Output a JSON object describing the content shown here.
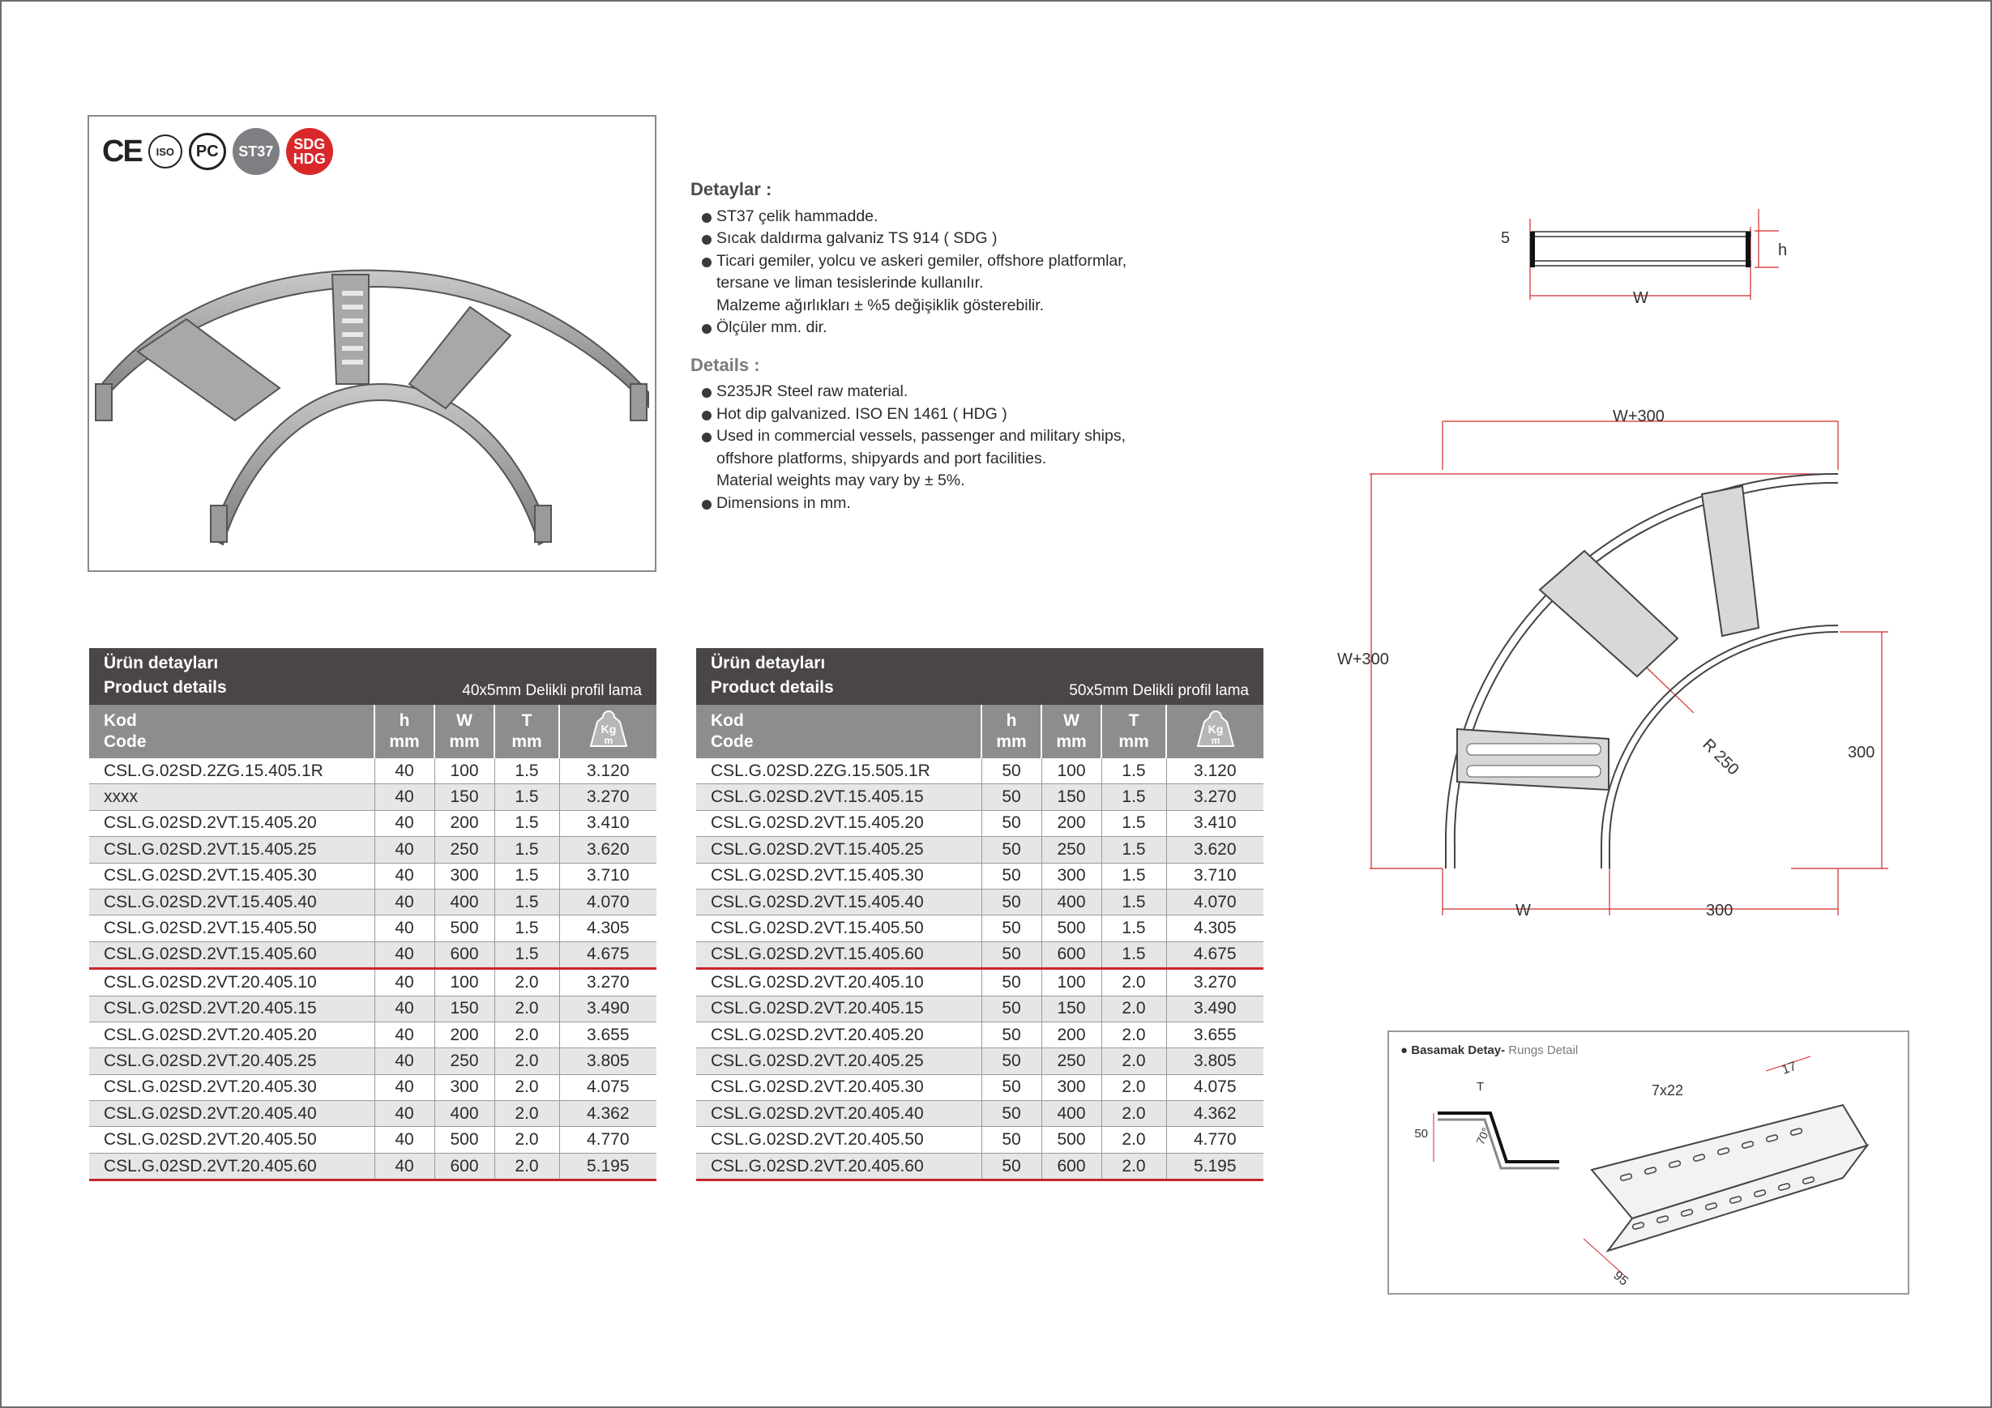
{
  "certifications": {
    "ce": "CE",
    "iso": "ISO",
    "pc": "PC",
    "st37": "ST37",
    "sdg": "SDG",
    "hdg": "HDG"
  },
  "details_tr": {
    "heading": "Detaylar :",
    "items": [
      "ST37 çelik hammadde.",
      "Sıcak daldırma galvaniz TS 914 ( SDG )",
      "Ticari gemiler, yolcu ve askeri gemiler, offshore platformlar,",
      "tersane ve liman tesislerinde kullanılır.",
      "Malzeme ağırlıkları ± %5 değişiklik gösterebilir.",
      "Ölçüler mm. dir."
    ]
  },
  "details_en": {
    "heading": "Details :",
    "items": [
      "S235JR Steel raw material.",
      "Hot dip galvanized.  ISO EN 1461 ( HDG )",
      "Used in commercial vessels, passenger and military ships,",
      "offshore platforms, shipyards and port facilities.",
      "Material weights may vary by ± 5%.",
      "Dimensions in mm."
    ]
  },
  "table_header": {
    "title_tr": "Ürün detayları",
    "title_en": "Product details",
    "col_code_tr": "Kod",
    "col_code_en": "Code",
    "col_h": "h",
    "col_w": "W",
    "col_t": "T",
    "unit_mm": "mm",
    "kg": "Kg",
    "kg_unit": "m"
  },
  "table_left": {
    "subtitle": "40x5mm Delikli profil lama",
    "rows": [
      [
        "CSL.G.02SD.2ZG.15.405.1R",
        "40",
        "100",
        "1.5",
        "3.120"
      ],
      [
        "xxxx",
        "40",
        "150",
        "1.5",
        "3.270"
      ],
      [
        "CSL.G.02SD.2VT.15.405.20",
        "40",
        "200",
        "1.5",
        "3.410"
      ],
      [
        "CSL.G.02SD.2VT.15.405.25",
        "40",
        "250",
        "1.5",
        "3.620"
      ],
      [
        "CSL.G.02SD.2VT.15.405.30",
        "40",
        "300",
        "1.5",
        "3.710"
      ],
      [
        "CSL.G.02SD.2VT.15.405.40",
        "40",
        "400",
        "1.5",
        "4.070"
      ],
      [
        "CSL.G.02SD.2VT.15.405.50",
        "40",
        "500",
        "1.5",
        "4.305"
      ],
      [
        "CSL.G.02SD.2VT.15.405.60",
        "40",
        "600",
        "1.5",
        "4.675"
      ],
      [
        "CSL.G.02SD.2VT.20.405.10",
        "40",
        "100",
        "2.0",
        "3.270"
      ],
      [
        "CSL.G.02SD.2VT.20.405.15",
        "40",
        "150",
        "2.0",
        "3.490"
      ],
      [
        "CSL.G.02SD.2VT.20.405.20",
        "40",
        "200",
        "2.0",
        "3.655"
      ],
      [
        "CSL.G.02SD.2VT.20.405.25",
        "40",
        "250",
        "2.0",
        "3.805"
      ],
      [
        "CSL.G.02SD.2VT.20.405.30",
        "40",
        "300",
        "2.0",
        "4.075"
      ],
      [
        "CSL.G.02SD.2VT.20.405.40",
        "40",
        "400",
        "2.0",
        "4.362"
      ],
      [
        "CSL.G.02SD.2VT.20.405.50",
        "40",
        "500",
        "2.0",
        "4.770"
      ],
      [
        "CSL.G.02SD.2VT.20.405.60",
        "40",
        "600",
        "2.0",
        "5.195"
      ]
    ]
  },
  "table_right": {
    "subtitle": "50x5mm Delikli profil lama",
    "rows": [
      [
        "CSL.G.02SD.2ZG.15.505.1R",
        "50",
        "100",
        "1.5",
        "3.120"
      ],
      [
        "CSL.G.02SD.2VT.15.405.15",
        "50",
        "150",
        "1.5",
        "3.270"
      ],
      [
        "CSL.G.02SD.2VT.15.405.20",
        "50",
        "200",
        "1.5",
        "3.410"
      ],
      [
        "CSL.G.02SD.2VT.15.405.25",
        "50",
        "250",
        "1.5",
        "3.620"
      ],
      [
        "CSL.G.02SD.2VT.15.405.30",
        "50",
        "300",
        "1.5",
        "3.710"
      ],
      [
        "CSL.G.02SD.2VT.15.405.40",
        "50",
        "400",
        "1.5",
        "4.070"
      ],
      [
        "CSL.G.02SD.2VT.15.405.50",
        "50",
        "500",
        "1.5",
        "4.305"
      ],
      [
        "CSL.G.02SD.2VT.15.405.60",
        "50",
        "600",
        "1.5",
        "4.675"
      ],
      [
        "CSL.G.02SD.2VT.20.405.10",
        "50",
        "100",
        "2.0",
        "3.270"
      ],
      [
        "CSL.G.02SD.2VT.20.405.15",
        "50",
        "150",
        "2.0",
        "3.490"
      ],
      [
        "CSL.G.02SD.2VT.20.405.20",
        "50",
        "200",
        "2.0",
        "3.655"
      ],
      [
        "CSL.G.02SD.2VT.20.405.25",
        "50",
        "250",
        "2.0",
        "3.805"
      ],
      [
        "CSL.G.02SD.2VT.20.405.30",
        "50",
        "300",
        "2.0",
        "4.075"
      ],
      [
        "CSL.G.02SD.2VT.20.405.40",
        "50",
        "400",
        "2.0",
        "4.362"
      ],
      [
        "CSL.G.02SD.2VT.20.405.50",
        "50",
        "500",
        "2.0",
        "4.770"
      ],
      [
        "CSL.G.02SD.2VT.20.405.60",
        "50",
        "600",
        "2.0",
        "5.195"
      ]
    ]
  },
  "section_drawing": {
    "five": "5",
    "h": "h",
    "w": "W"
  },
  "bend_drawing": {
    "top": "W+300",
    "left": "W+300",
    "right": "300",
    "bottom_w": "W",
    "bottom_300": "300",
    "radius": "R 250"
  },
  "rung_detail": {
    "title_tr": "Basamak Detay-",
    "title_en": " Rungs Detail",
    "t": "T",
    "h50": "50",
    "angle": "70°",
    "slot": "7x22",
    "pitch": "17",
    "depth": "95"
  },
  "colors": {
    "header_dark": "#4a4645",
    "header_grey": "#8d8d8d",
    "accent_red": "#c8262b",
    "dim_red": "#d22a2a"
  }
}
